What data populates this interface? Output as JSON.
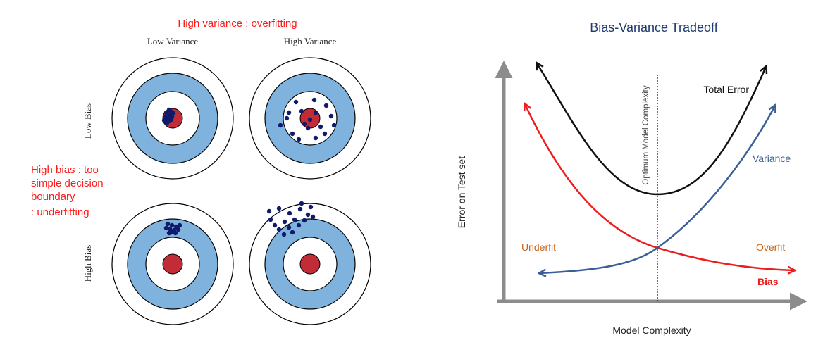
{
  "left_panel": {
    "title": "High variance : overfitting",
    "col_labels": [
      "Low Variance",
      "High Variance"
    ],
    "row_labels": [
      "Low Bias",
      "High Bias"
    ],
    "bias_note": {
      "line1": "High bias : too",
      "line2": "simple decision",
      "line3": "boundary",
      "line4": ": underfitting"
    }
  },
  "right_panel": {
    "title": "Bias-Variance Tradeoff",
    "xlabel": "Model Complexity",
    "ylabel": "Error on Test set",
    "optimum_label": "Optimum Model Complexity",
    "curve_labels": {
      "total": "Total Error",
      "variance": "Variance",
      "bias": "Bias"
    },
    "region_labels": {
      "underfit": "Underfit",
      "overfit": "Overfit"
    }
  },
  "colors": {
    "annotation_red": "#ff1a1a",
    "title_navy": "#1f3a6d",
    "bias_red": "#ee1c1c",
    "variance_blue": "#3a5f97",
    "total_black": "#111111",
    "region_orange": "#c8651b",
    "target_blue": "#7fb2dd",
    "bullseye_red": "#c22c36",
    "dot_navy": "#101a6b",
    "axis_gray": "#8c8c8c"
  }
}
